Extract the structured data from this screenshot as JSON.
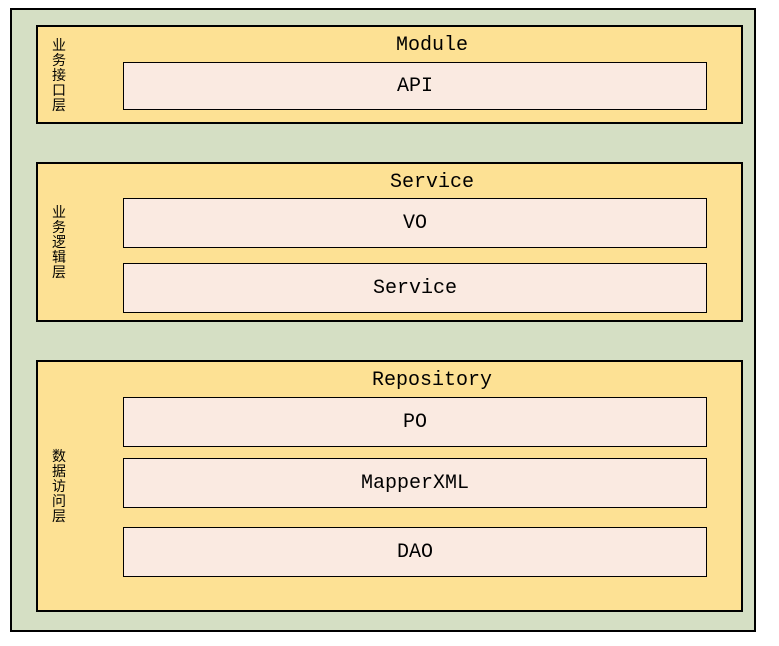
{
  "colors": {
    "page_background": "#ffffff",
    "container_fill": "#d5dfc4",
    "layer_fill": "#fde194",
    "box_fill": "#faeae1",
    "border": "#000000"
  },
  "layers": [
    {
      "side_label": "业务接口层",
      "title": "Module",
      "boxes": [
        {
          "label": "API"
        }
      ]
    },
    {
      "side_label": "业务逻辑层",
      "title": "Service",
      "boxes": [
        {
          "label": "VO"
        },
        {
          "label": "Service"
        }
      ]
    },
    {
      "side_label": "数据访问层",
      "title": "Repository",
      "boxes": [
        {
          "label": "PO"
        },
        {
          "label": "MapperXML"
        },
        {
          "label": "DAO"
        }
      ]
    }
  ]
}
